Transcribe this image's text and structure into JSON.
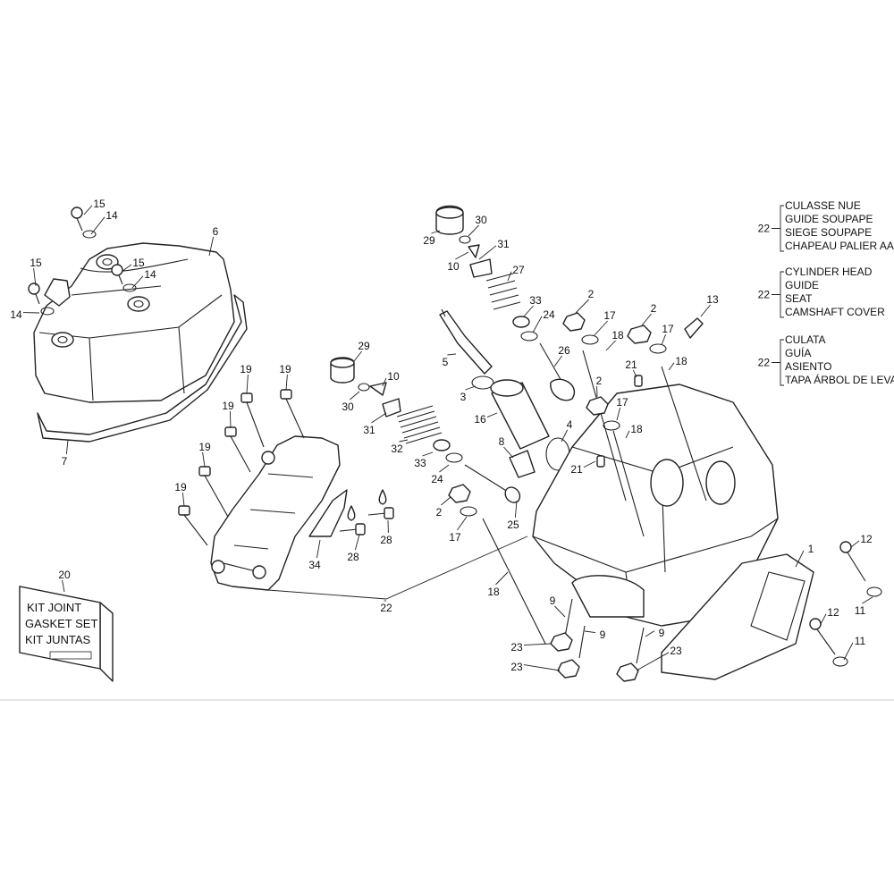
{
  "callouts": [
    {
      "id": "c15a",
      "label": "15"
    },
    {
      "id": "c14a",
      "label": "14"
    },
    {
      "id": "c6",
      "label": "6"
    },
    {
      "id": "c15b",
      "label": "15"
    },
    {
      "id": "c15c",
      "label": "15"
    },
    {
      "id": "c14b",
      "label": "14"
    },
    {
      "id": "c14c",
      "label": "14"
    },
    {
      "id": "c7",
      "label": "7"
    },
    {
      "id": "c19a",
      "label": "19"
    },
    {
      "id": "c19b",
      "label": "19"
    },
    {
      "id": "c19c",
      "label": "19"
    },
    {
      "id": "c19d",
      "label": "19"
    },
    {
      "id": "c19e",
      "label": "19"
    },
    {
      "id": "c19f",
      "label": "19"
    },
    {
      "id": "c29a",
      "label": "29"
    },
    {
      "id": "c10a",
      "label": "10"
    },
    {
      "id": "c30a",
      "label": "30"
    },
    {
      "id": "c31a",
      "label": "31"
    },
    {
      "id": "c32",
      "label": "32"
    },
    {
      "id": "c33a",
      "label": "33"
    },
    {
      "id": "c24a",
      "label": "24"
    },
    {
      "id": "c34",
      "label": "34"
    },
    {
      "id": "c28a",
      "label": "28"
    },
    {
      "id": "c28b",
      "label": "28"
    },
    {
      "id": "c20",
      "label": "20"
    },
    {
      "id": "c22a",
      "label": "22"
    },
    {
      "id": "c29b",
      "label": "29"
    },
    {
      "id": "c30b",
      "label": "30"
    },
    {
      "id": "c31b",
      "label": "31"
    },
    {
      "id": "c10b",
      "label": "10"
    },
    {
      "id": "c27",
      "label": "27"
    },
    {
      "id": "c33b",
      "label": "33"
    },
    {
      "id": "c24b",
      "label": "24"
    },
    {
      "id": "c5",
      "label": "5"
    },
    {
      "id": "c3",
      "label": "3"
    },
    {
      "id": "c16",
      "label": "16"
    },
    {
      "id": "c26",
      "label": "26"
    },
    {
      "id": "c2a",
      "label": "2"
    },
    {
      "id": "c17a",
      "label": "17"
    },
    {
      "id": "c18a",
      "label": "18"
    },
    {
      "id": "c2b",
      "label": "2"
    },
    {
      "id": "c17b",
      "label": "17"
    },
    {
      "id": "c13",
      "label": "13"
    },
    {
      "id": "c18b",
      "label": "18"
    },
    {
      "id": "c21a",
      "label": "21"
    },
    {
      "id": "c2c",
      "label": "2"
    },
    {
      "id": "c17c",
      "label": "17"
    },
    {
      "id": "c18c",
      "label": "18"
    },
    {
      "id": "c4",
      "label": "4"
    },
    {
      "id": "c8",
      "label": "8"
    },
    {
      "id": "c21b",
      "label": "21"
    },
    {
      "id": "c2d",
      "label": "2"
    },
    {
      "id": "c17d",
      "label": "17"
    },
    {
      "id": "c25",
      "label": "25"
    },
    {
      "id": "c18d",
      "label": "18"
    },
    {
      "id": "c1",
      "label": "1"
    },
    {
      "id": "c12a",
      "label": "12"
    },
    {
      "id": "c11a",
      "label": "11"
    },
    {
      "id": "c12b",
      "label": "12"
    },
    {
      "id": "c11b",
      "label": "11"
    },
    {
      "id": "c9a",
      "label": "9"
    },
    {
      "id": "c9b",
      "label": "9"
    },
    {
      "id": "c9c",
      "label": "9"
    },
    {
      "id": "c23a",
      "label": "23"
    },
    {
      "id": "c23b",
      "label": "23"
    },
    {
      "id": "c23c",
      "label": "23"
    }
  ],
  "legend": {
    "ref": "22",
    "groups": [
      {
        "lines": [
          "CULASSE NUE",
          "GUIDE SOUPAPE",
          "SIEGE SOUPAPE",
          "CHAPEAU PALIER AAC"
        ]
      },
      {
        "lines": [
          "CYLINDER HEAD",
          "GUIDE",
          "SEAT",
          "CAMSHAFT COVER"
        ]
      },
      {
        "lines": [
          "CULATA",
          "GUÍA",
          "ASIENTO",
          "TAPA ÁRBOL DE LEVAS"
        ]
      }
    ]
  },
  "kit": {
    "lines": [
      "KIT JOINT",
      "GASKET SET",
      "KIT JUNTAS"
    ]
  }
}
